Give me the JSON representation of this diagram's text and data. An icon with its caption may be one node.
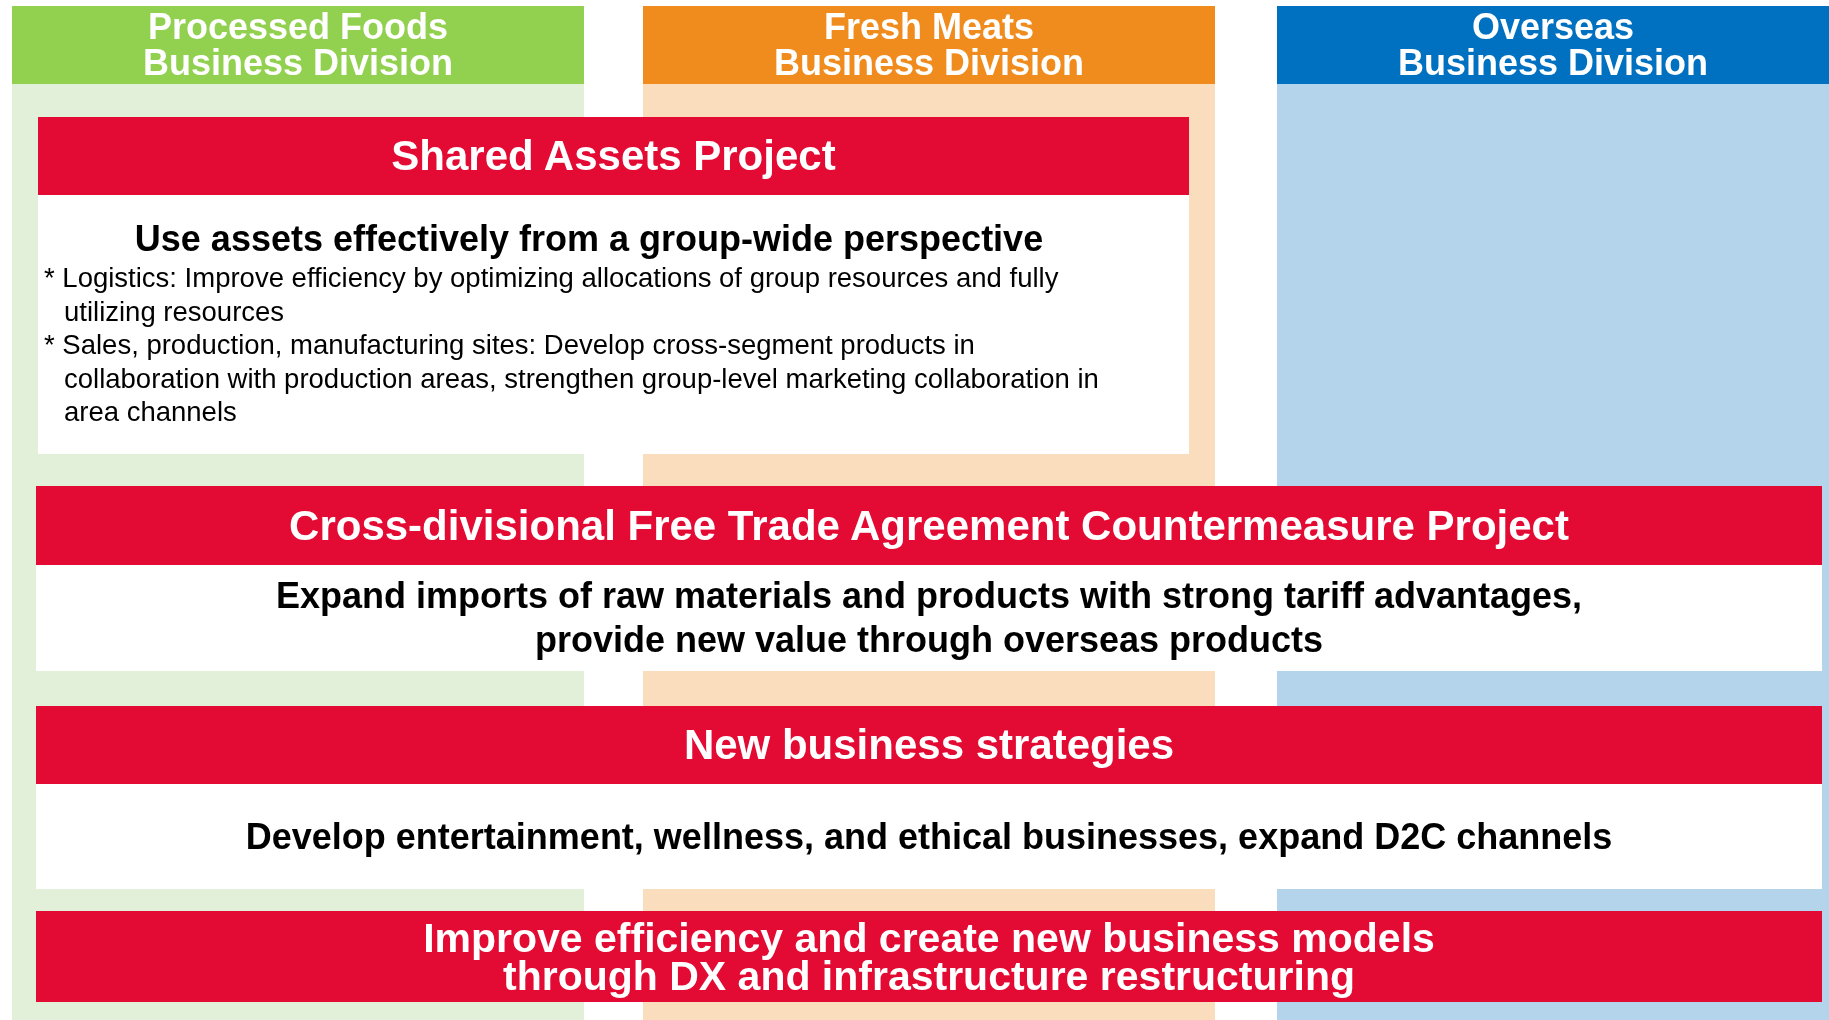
{
  "diagram": {
    "nodes": [
      {
        "text": [
          "Processed Foods Business Division"
        ]
      },
      {
        "text": [
          "Fresh Meats Business Division"
        ]
      },
      {
        "text": [
          "Overseas Business Division"
        ]
      },
      {
        "text": [
          "Shared Assets Project",
          "Use assets effectively from a group-wide perspective",
          "* Logistics: Improve efficiency by optimizing allocations of group resources and fully utilizing resources",
          "* Sales, production, manufacturing sites: Develop cross-segment products in collaboration with production areas, strengthen group-level marketing collaboration in area channels"
        ]
      },
      {
        "text": [
          "Cross-divisional Free Trade Agreement Countermeasure Project",
          "Expand imports of raw materials and products with strong tariff advantages, provide new value through overseas products"
        ]
      },
      {
        "text": [
          "New business strategies",
          "Develop entertainment, wellness, and ethical businesses, expand D2C channels"
        ]
      },
      {
        "text": [
          "Improve efficiency and create new business models through DX and infrastructure restructuring"
        ]
      }
    ]
  }
}
